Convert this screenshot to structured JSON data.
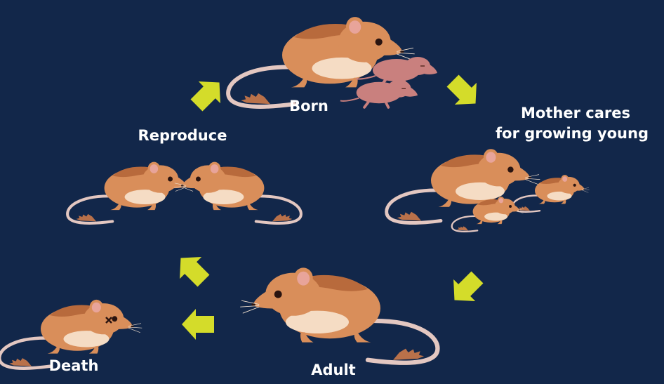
{
  "stages": {
    "born": "Born",
    "mother_cares_line1": "Mother cares",
    "mother_cares_line2": "for growing young",
    "adult": "Adult",
    "death": "Death",
    "reproduce": "Reproduce"
  },
  "colors": {
    "background": "#12274a",
    "arrow": "#d4dc2a",
    "fur": "#d98e5a",
    "fur_dark": "#b86a3c",
    "belly": "#f5dcc4",
    "ear": "#e8a49a",
    "newborn": "#c9807e",
    "tail": "#e3c7c1",
    "tail_tuft": "#b9714a",
    "eye": "#2a1410"
  },
  "icons": {
    "arrow": "arrow-icon",
    "mouse": "mouse-icon",
    "dead_eye": "x-eye-icon"
  }
}
